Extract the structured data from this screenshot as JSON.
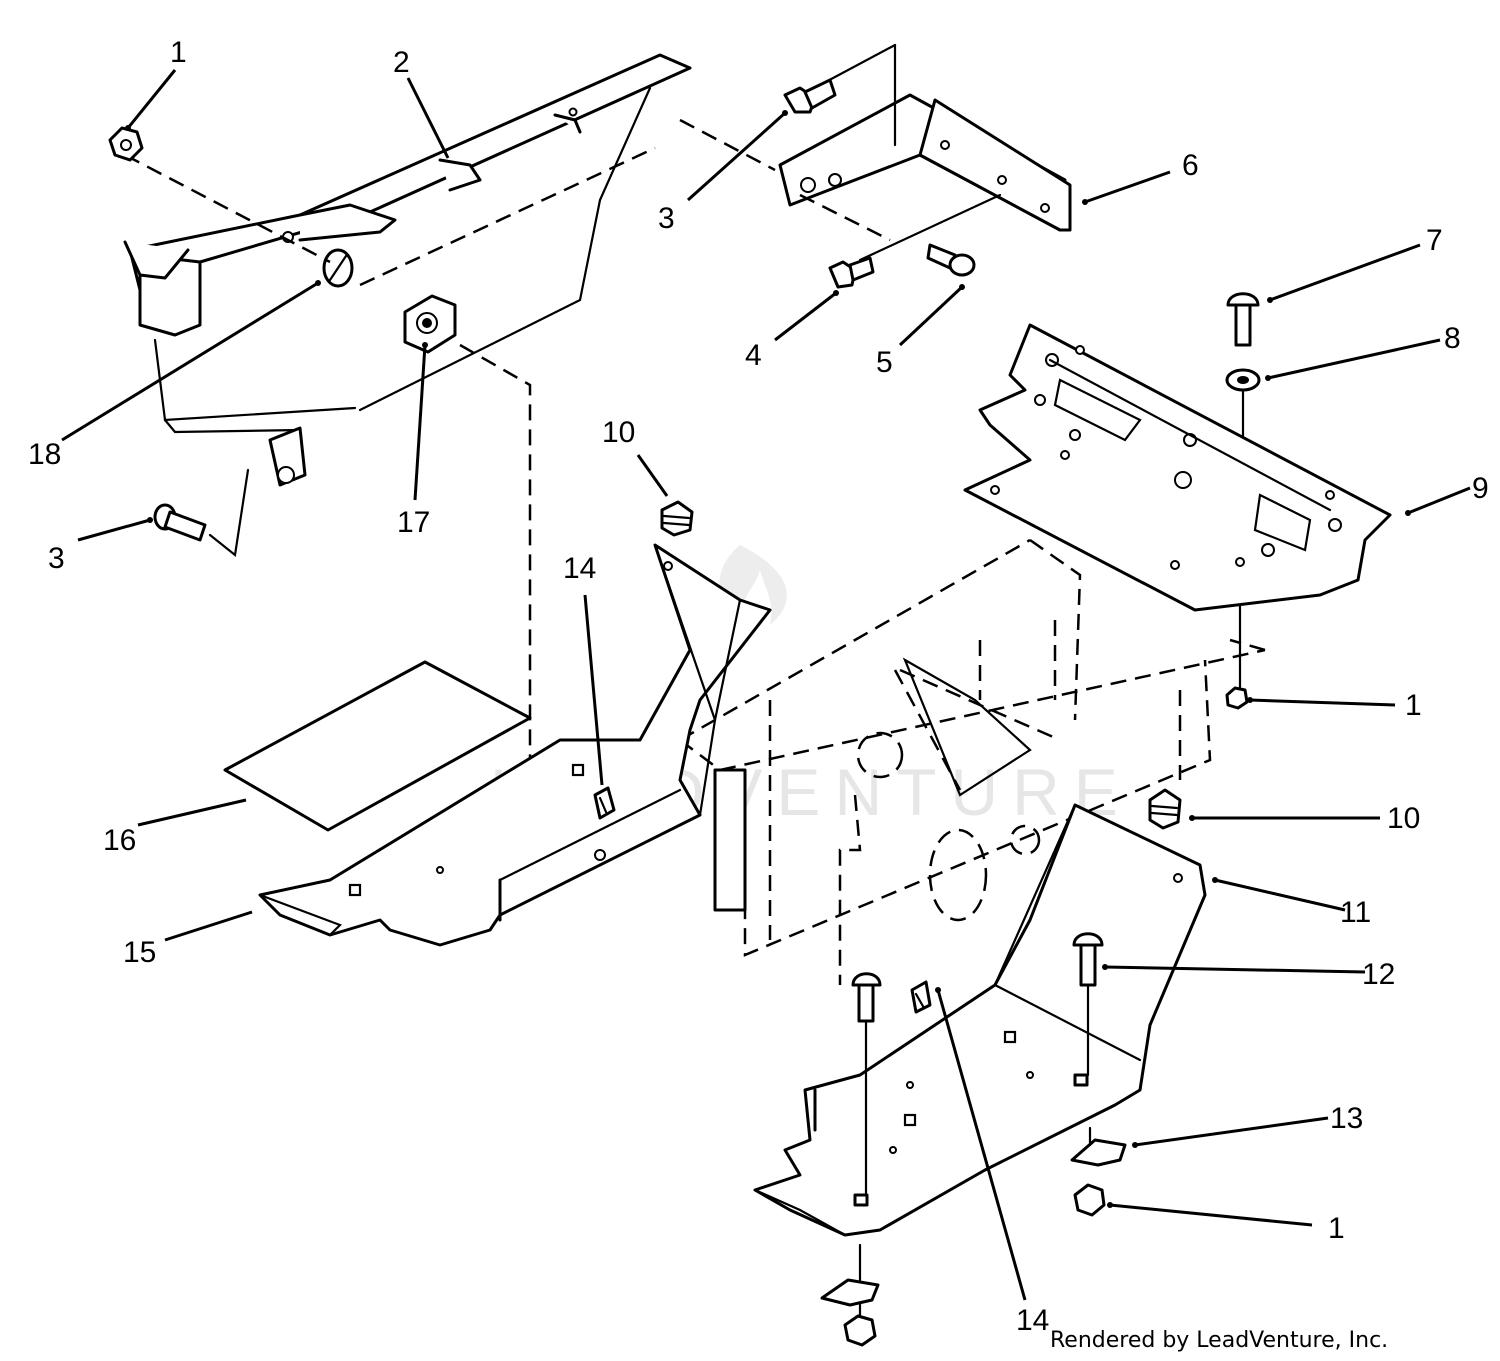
{
  "diagram": {
    "callouts": [
      {
        "label": "1"
      },
      {
        "label": "2"
      },
      {
        "label": "3"
      },
      {
        "label": "6"
      },
      {
        "label": "7"
      },
      {
        "label": "8"
      },
      {
        "label": "4"
      },
      {
        "label": "5"
      },
      {
        "label": "9"
      },
      {
        "label": "18"
      },
      {
        "label": "17"
      },
      {
        "label": "10"
      },
      {
        "label": "3"
      },
      {
        "label": "14"
      },
      {
        "label": "1"
      },
      {
        "label": "10"
      },
      {
        "label": "16"
      },
      {
        "label": "11"
      },
      {
        "label": "12"
      },
      {
        "label": "15"
      },
      {
        "label": "13"
      },
      {
        "label": "1"
      },
      {
        "label": "14"
      }
    ],
    "watermark_text": "LEADVENTURE",
    "credit": "Rendered by LeadVenture, Inc."
  }
}
